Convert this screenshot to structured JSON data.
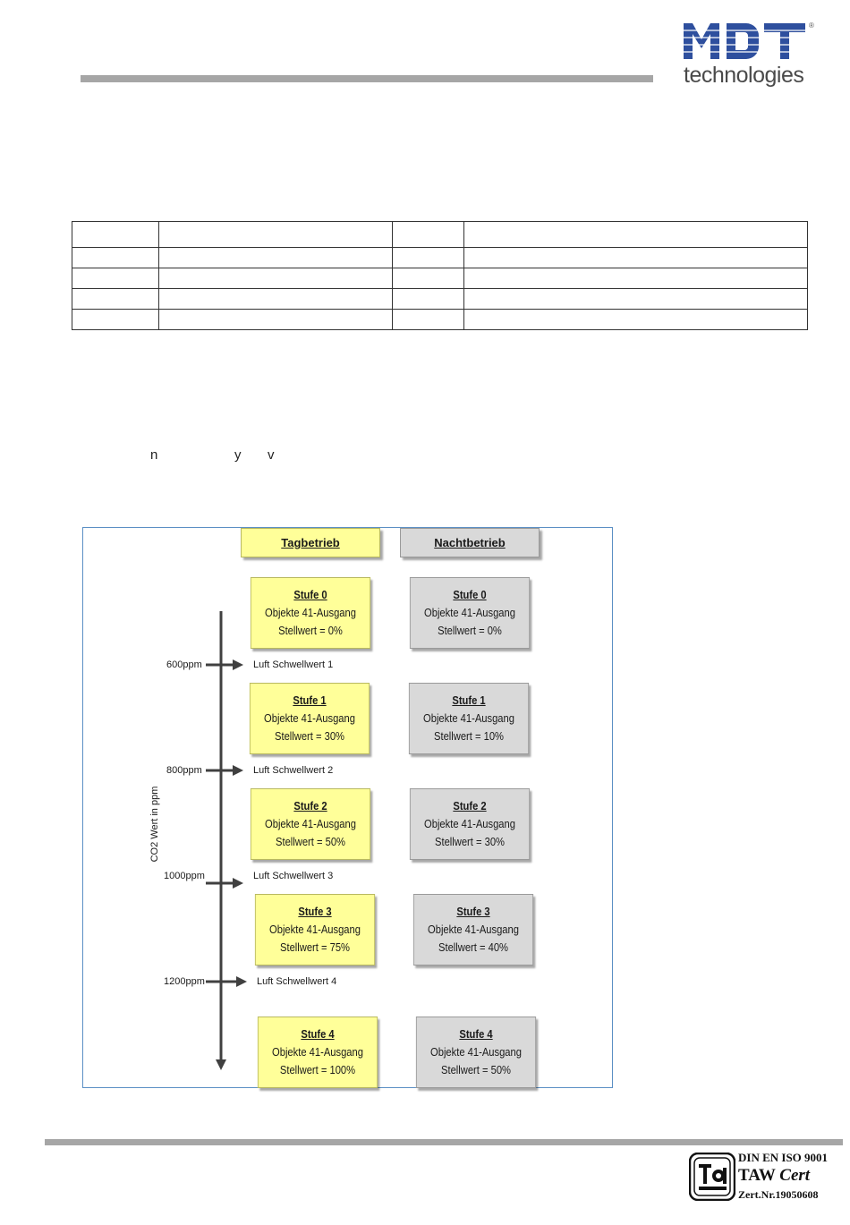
{
  "header": {
    "logo_text": "MDT",
    "logo_subtext": "technologies",
    "logo_reg": "®"
  },
  "body_fragment": [
    "n",
    "y",
    "v"
  ],
  "diagram": {
    "axis_label": "CO2 Wert in ppm",
    "modes": {
      "day": "Tagbetrieb",
      "night": "Nachtbetrieb"
    },
    "thresholds": [
      {
        "ppm": "600ppm",
        "label": "Luft Schwellwert 1"
      },
      {
        "ppm": "800ppm",
        "label": "Luft Schwellwert 2"
      },
      {
        "ppm": "1000ppm",
        "label": "Luft Schwellwert 3"
      },
      {
        "ppm": "1200ppm",
        "label": "Luft Schwellwert 4"
      }
    ],
    "stages": [
      {
        "title": "Stufe 0",
        "object": "Objekte 41-Ausgang",
        "day_value": "Stellwert = 0%",
        "night_value": "Stellwert = 0%"
      },
      {
        "title": "Stufe 1",
        "object": "Objekte 41-Ausgang",
        "day_value": "Stellwert = 30%",
        "night_value": "Stellwert = 10%"
      },
      {
        "title": "Stufe 2",
        "object": "Objekte 41-Ausgang",
        "day_value": "Stellwert = 50%",
        "night_value": "Stellwert = 30%"
      },
      {
        "title": "Stufe 3",
        "object": "Objekte 41-Ausgang",
        "day_value": "Stellwert = 75%",
        "night_value": "Stellwert = 40%"
      },
      {
        "title": "Stufe 4",
        "object": "Objekte 41-Ausgang",
        "day_value": "Stellwert = 100%",
        "night_value": "Stellwert = 50%"
      }
    ],
    "colors": {
      "day": "#ffff99",
      "night": "#d9d9d9",
      "frame": "#5b8fc4",
      "axis": "#404040"
    }
  },
  "footer": {
    "cert_line1": "DIN EN ISO 9001",
    "cert_line2a": "TAW",
    "cert_line2b": "Cert",
    "cert_line3": "Zert.Nr.19050608"
  }
}
